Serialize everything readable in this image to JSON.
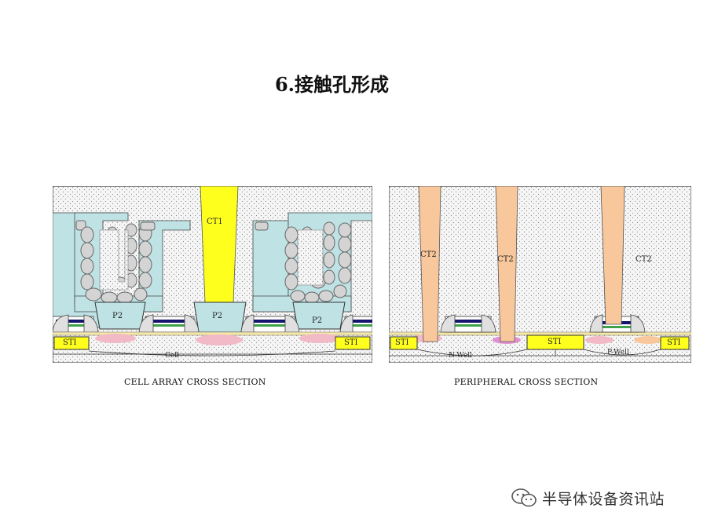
{
  "slide": {
    "title": "6.接触孔形成"
  },
  "cell_panel": {
    "caption": "CELL ARRAY CROSS SECTION",
    "labels": {
      "ct1": "CT1",
      "p2_left": "P2",
      "p2_center": "P2",
      "p2_right": "P2",
      "sti_left": "STI",
      "sti_right": "STI",
      "cell": "Cell"
    }
  },
  "peripheral_panel": {
    "caption": "PERIPHERAL CROSS SECTION",
    "labels": {
      "ct2_a": "CT2",
      "ct2_b": "CT2",
      "ct2_c": "CT2",
      "sti_left": "STI",
      "sti_center": "STI",
      "sti_right": "STI",
      "n_well": "N-Well",
      "p_well": "P-Well"
    }
  },
  "watermark": {
    "text": "半导体设备资讯站",
    "icon": "wechat-icon"
  },
  "colors": {
    "oxide_dots": "#f4f4f4",
    "cyan_fill": "#bfe3e5",
    "ct1_yellow": "#ffff1e",
    "ct2_peach": "#f8c89c",
    "sti_yellow": "#ffff1e",
    "gate_blue": "#14146e",
    "gate_green": "#3fa24a",
    "junction_pink": "#f2b9c7"
  }
}
